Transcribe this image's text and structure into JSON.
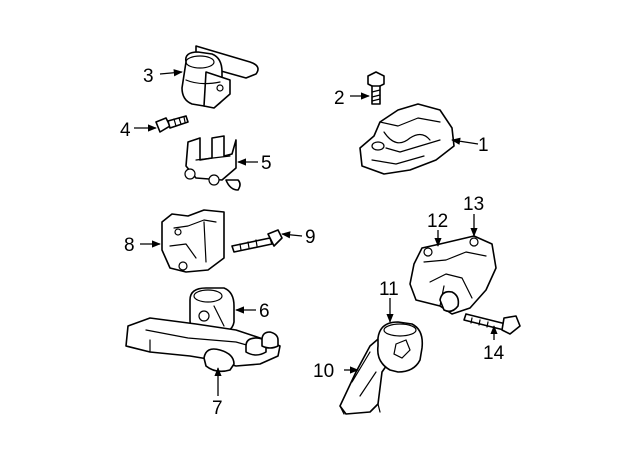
{
  "callouts": {
    "c1": "1",
    "c2": "2",
    "c3": "3",
    "c4": "4",
    "c5": "5",
    "c6": "6",
    "c7": "7",
    "c8": "8",
    "c9": "9",
    "c10": "10",
    "c11": "11",
    "c12": "12",
    "c13": "13",
    "c14": "14"
  },
  "colors": {
    "ink": "#000000",
    "background": "#ffffff"
  }
}
